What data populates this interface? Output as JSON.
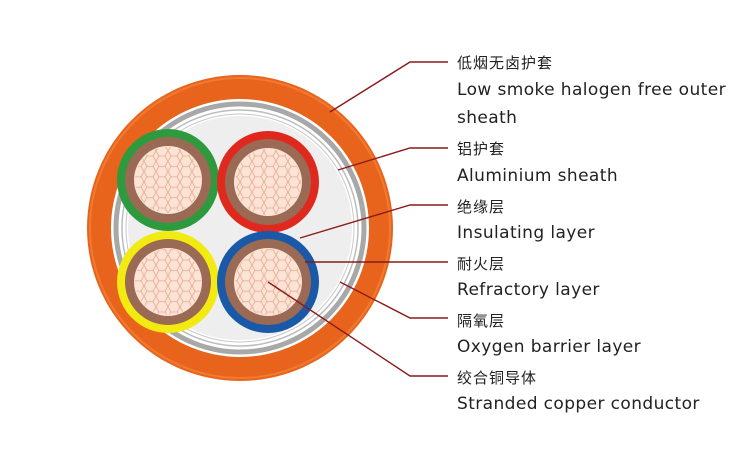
{
  "colors": {
    "sheath": "#e8641c",
    "sheath_rim": "#f07a30",
    "filler": "#eeeeee",
    "aluminium": "#a8a8a8",
    "refractory": "#9a6a55",
    "conductor": "#fbe3d6",
    "leader": "#8b1a1a",
    "core_green": "#2e9a3e",
    "core_red": "#e0291e",
    "core_yellow": "#f2ea10",
    "core_blue": "#1a58a8"
  },
  "labels": [
    {
      "zh": "低烟无卤护套",
      "en": "Low smoke halogen free outer",
      "en2": "sheath"
    },
    {
      "zh": "铝护套",
      "en": "Aluminium sheath"
    },
    {
      "zh": "绝缘层",
      "en": "Insulating layer"
    },
    {
      "zh": "耐火层",
      "en": "Refractory layer"
    },
    {
      "zh": "隔氧层",
      "en": "Oxygen barrier layer"
    },
    {
      "zh": "绞合铜导体",
      "en": "Stranded copper conductor"
    }
  ]
}
